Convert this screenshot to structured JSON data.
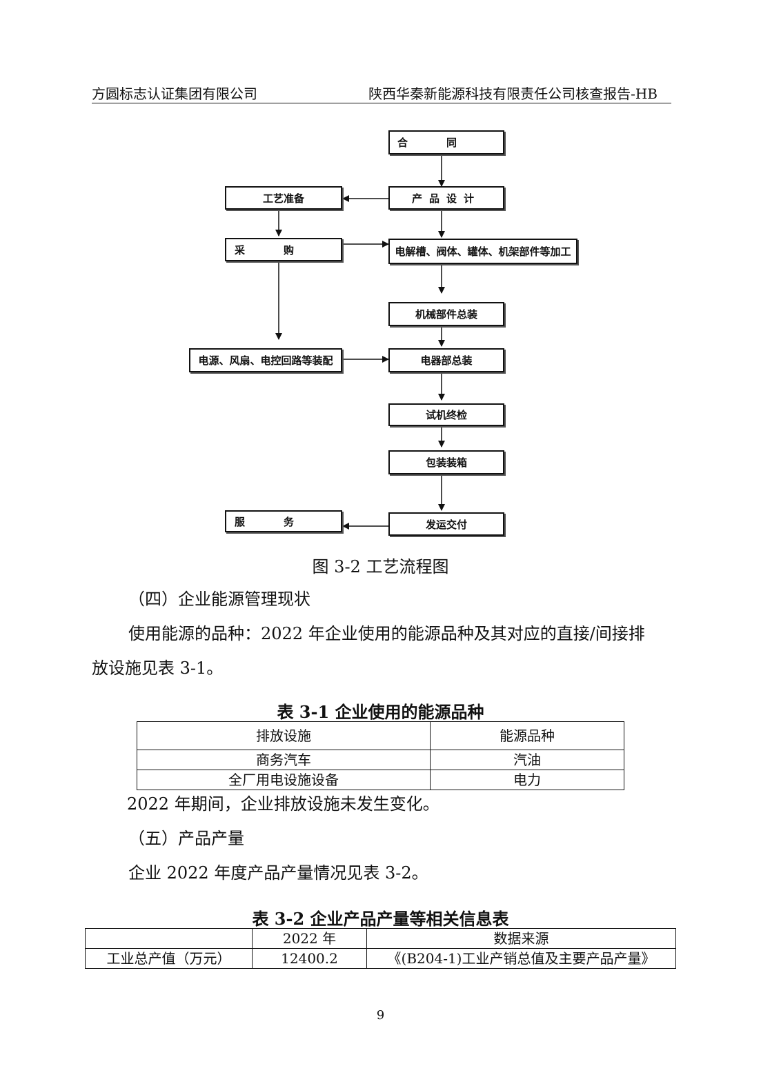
{
  "header": {
    "left": "方圆标志认证集团有限公司",
    "right": "陕西华秦新能源科技有限责任公司核查报告-HB"
  },
  "flowchart": {
    "contract": "合同",
    "product_design": "产品设计",
    "process_prep": "工艺准备",
    "purchase": "采购",
    "machining": "电解槽、阀体、罐体、机架部件等加工",
    "mech_assembly": "机械部件总装",
    "power_fan": "电源、风扇、电控回路等装配",
    "electrical_assembly": "电器部总装",
    "trial_inspection": "试机终检",
    "packing": "包装装箱",
    "shipping": "发运交付",
    "service": "服务"
  },
  "caption": "图 3-2 工艺流程图",
  "section4": {
    "heading": "（四）企业能源管理现状",
    "para_line1": "使用能源的品种：2022 年企业使用的能源品种及其对应的直接/间接排",
    "para_line2": "放设施见表 3-1。"
  },
  "table1": {
    "title": "表 3-1 企业使用的能源品种",
    "headers": [
      "排放设施",
      "能源品种"
    ],
    "rows": [
      [
        "商务汽车",
        "汽油"
      ],
      [
        "全厂用电设施设备",
        "电力"
      ]
    ]
  },
  "after_table1": "2022 年期间，企业排放设施未发生变化。",
  "section5": {
    "heading": "（五）产品产量",
    "para": "企业 2022 年度产品产量情况见表 3-2。"
  },
  "table2": {
    "title": "表 3-2 企业产品产量等相关信息表",
    "headers": [
      "",
      "2022 年",
      "数据来源"
    ],
    "rows": [
      [
        "工业总产值（万元）",
        "12400.2",
        "《(B204-1)工业产销总值及主要产品产量》"
      ]
    ]
  },
  "page_number": "9"
}
